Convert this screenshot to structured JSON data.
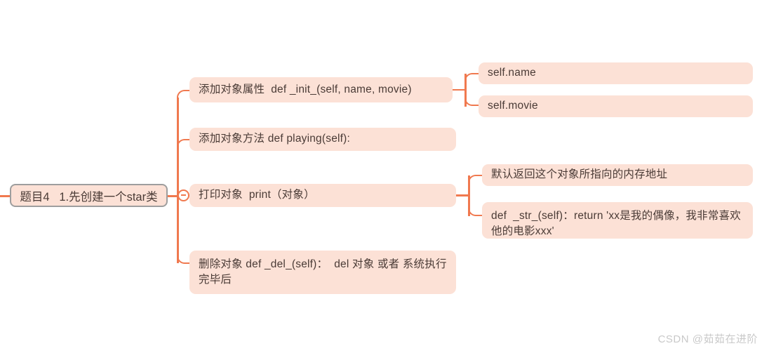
{
  "diagram": {
    "type": "mind-map",
    "title": "题目4  1.先创建一个star类",
    "colors": {
      "node_fill": "#fce1d6",
      "connector": "#f0794f",
      "root_border": "#9e9e9e",
      "text": "#4a3b36",
      "watermark": "#c9c9c9",
      "background": "#ffffff"
    },
    "root": {
      "label": "题目4   1.先创建一个star类"
    },
    "branches": [
      {
        "id": "branch-add-attributes",
        "label": "添加对象属性  def _init_(self, name, movie)",
        "children": [
          {
            "id": "leaf-self-name",
            "label": "self.name"
          },
          {
            "id": "leaf-self-movie",
            "label": "self.movie"
          }
        ]
      },
      {
        "id": "branch-add-method",
        "label": "添加对象方法 def playing(self):",
        "children": []
      },
      {
        "id": "branch-print-object",
        "label": "打印对象  print（对象）",
        "children": [
          {
            "id": "leaf-default-return",
            "label": "默认返回这个对象所指向的内存地址"
          },
          {
            "id": "leaf-str-method",
            "label": "def  _str_(self)：return 'xx是我的偶像，我非常喜欢他的电影xxx'"
          }
        ]
      },
      {
        "id": "branch-delete-object",
        "label": "删除对象 def _del_(self)：  del 对象 或者 系统执行完毕后",
        "children": []
      }
    ]
  },
  "watermark": {
    "text": "CSDN @茹茹在进阶"
  }
}
